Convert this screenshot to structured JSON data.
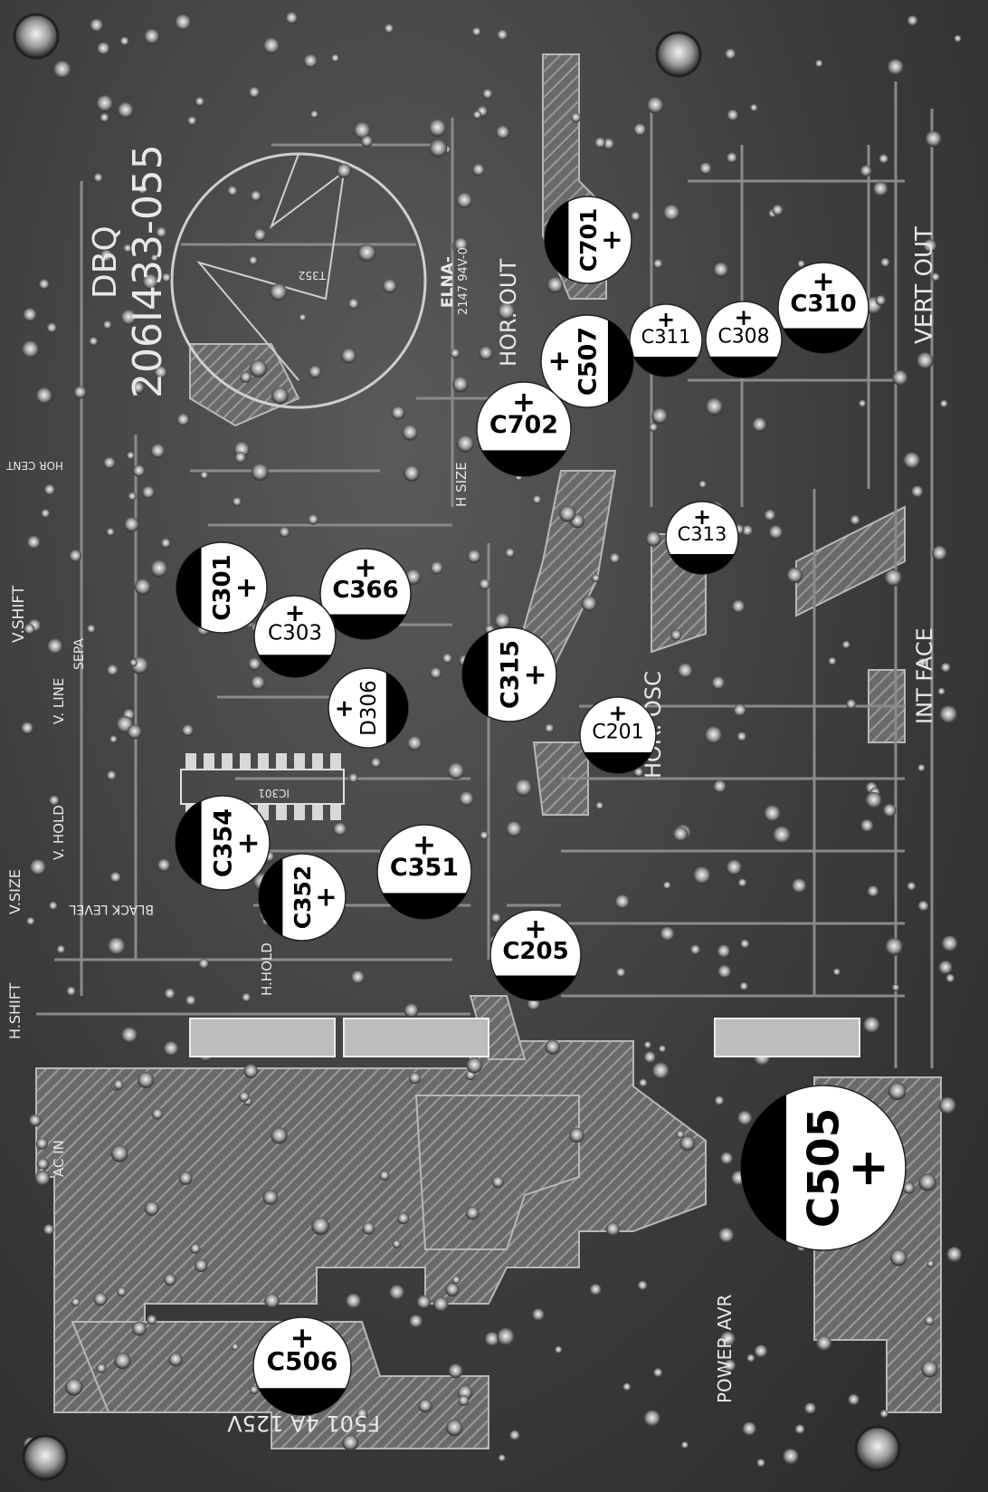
{
  "board": {
    "part_number": "206I433-055",
    "model_code": "DBQ",
    "maker_mark": "ELNA-",
    "maker_code": "2147 94V-0",
    "fuse_label": "F501 4A 125V",
    "silk_labels": [
      {
        "id": "hor-out",
        "text": "HOR. OUT"
      },
      {
        "id": "vert-out",
        "text": "VERT OUT"
      },
      {
        "id": "int-face",
        "text": "INT FACE"
      },
      {
        "id": "hor-osc",
        "text": "HOR. OSC"
      },
      {
        "id": "v-shift",
        "text": "V.SHIFT"
      },
      {
        "id": "h-shift",
        "text": "H.SHIFT"
      },
      {
        "id": "v-size",
        "text": "V.SIZE"
      },
      {
        "id": "v-hold",
        "text": "V. HOLD"
      },
      {
        "id": "v-line",
        "text": "V. LINE"
      },
      {
        "id": "sepa",
        "text": "SEPA"
      },
      {
        "id": "h-size",
        "text": "H SIZE"
      },
      {
        "id": "h-hold",
        "text": "H.HOLD"
      },
      {
        "id": "black-level",
        "text": "BLACK LEVEL"
      },
      {
        "id": "ac-in",
        "text": "AC IN"
      },
      {
        "id": "power-avr",
        "text": "POWER AVR"
      },
      {
        "id": "hor-cent",
        "text": "HOR CENT"
      },
      {
        "id": "t352",
        "text": "T352"
      },
      {
        "id": "ic301",
        "text": "IC301"
      }
    ]
  },
  "capacitors": [
    {
      "id": "c701",
      "label": "C701",
      "polarity": "+"
    },
    {
      "id": "c310",
      "label": "C310",
      "polarity": "+"
    },
    {
      "id": "c311",
      "label": "C311",
      "polarity": "+"
    },
    {
      "id": "c308",
      "label": "C308",
      "polarity": "+"
    },
    {
      "id": "c507",
      "label": "C507",
      "polarity": "+"
    },
    {
      "id": "c702",
      "label": "C702",
      "polarity": "+"
    },
    {
      "id": "c313",
      "label": "C313",
      "polarity": "+"
    },
    {
      "id": "c301",
      "label": "C301",
      "polarity": "+"
    },
    {
      "id": "c366",
      "label": "C366",
      "polarity": "+"
    },
    {
      "id": "c303",
      "label": "C303",
      "polarity": "+"
    },
    {
      "id": "c315",
      "label": "C315",
      "polarity": "+"
    },
    {
      "id": "d306",
      "label": "D306",
      "polarity": "+"
    },
    {
      "id": "c201",
      "label": "C201",
      "polarity": "+"
    },
    {
      "id": "c354",
      "label": "C354",
      "polarity": "+"
    },
    {
      "id": "c351",
      "label": "C351",
      "polarity": "+"
    },
    {
      "id": "c352",
      "label": "C352",
      "polarity": "+"
    },
    {
      "id": "c205",
      "label": "C205",
      "polarity": "+"
    },
    {
      "id": "c505",
      "label": "C505",
      "polarity": "+"
    },
    {
      "id": "c506",
      "label": "C506",
      "polarity": "+"
    }
  ],
  "colors": {
    "board": "#3c3c3c",
    "silk": "#e8e8e8",
    "cap_fill": "#ffffff",
    "cap_band": "#000000"
  }
}
